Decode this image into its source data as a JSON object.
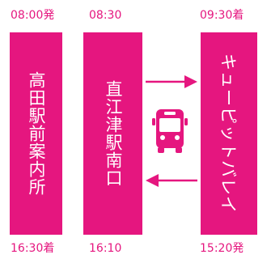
{
  "colors": {
    "accent": "#e5167f",
    "text_on_accent": "#ffffff",
    "time_text": "#e5167f"
  },
  "stops": [
    {
      "name": "高田駅前案内所",
      "top_time": "08:00発",
      "bottom_time": "16:30着"
    },
    {
      "name": "直江津駅南口",
      "top_time": "08:30",
      "bottom_time": "16:10"
    },
    {
      "name": "キューピットバレイ",
      "top_time": "09:30着",
      "bottom_time": "15:20発"
    }
  ],
  "icons": {
    "center": "bus-icon",
    "forward": "arrow-right-icon",
    "return": "arrow-left-icon"
  }
}
